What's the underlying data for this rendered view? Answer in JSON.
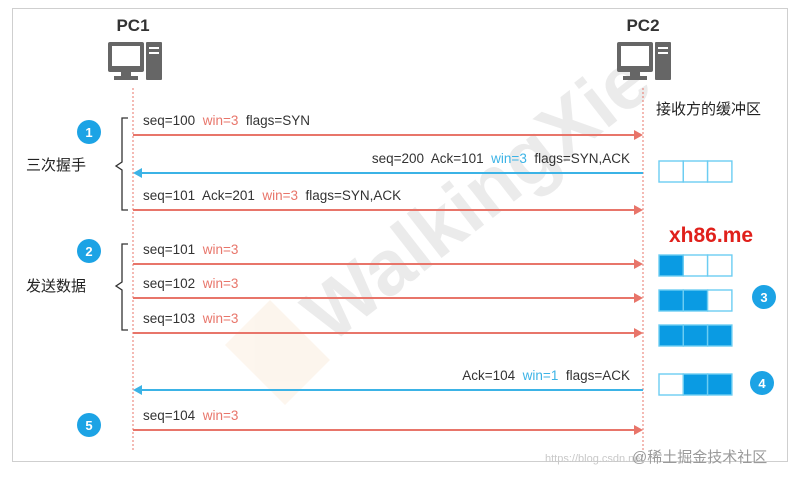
{
  "hosts": {
    "left": "PC1",
    "right": "PC2"
  },
  "buffer_title": "接收方的缓冲区",
  "phases": {
    "handshake": "三次握手",
    "send": "发送数据"
  },
  "steps": [
    "1",
    "2",
    "3",
    "4",
    "5"
  ],
  "messages": [
    {
      "direction": "right",
      "parts": [
        {
          "t": "seq=100",
          "c": "#333333"
        },
        {
          "t": "win=3",
          "c": "#e8756a"
        },
        {
          "t": "flags=SYN",
          "c": "#333333"
        }
      ]
    },
    {
      "direction": "left",
      "parts": [
        {
          "t": "seq=200",
          "c": "#333333"
        },
        {
          "t": "Ack=101",
          "c": "#333333"
        },
        {
          "t": "win=3",
          "c": "#3bb3e6"
        },
        {
          "t": "flags=SYN,ACK",
          "c": "#333333"
        }
      ]
    },
    {
      "direction": "right",
      "parts": [
        {
          "t": "seq=101",
          "c": "#333333"
        },
        {
          "t": "Ack=201",
          "c": "#333333"
        },
        {
          "t": "win=3",
          "c": "#e8756a"
        },
        {
          "t": "flags=SYN,ACK",
          "c": "#333333"
        }
      ]
    },
    {
      "direction": "right",
      "parts": [
        {
          "t": "seq=101",
          "c": "#333333"
        },
        {
          "t": "win=3",
          "c": "#e8756a"
        }
      ]
    },
    {
      "direction": "right",
      "parts": [
        {
          "t": "seq=102",
          "c": "#333333"
        },
        {
          "t": "win=3",
          "c": "#e8756a"
        }
      ]
    },
    {
      "direction": "right",
      "parts": [
        {
          "t": "seq=103",
          "c": "#333333"
        },
        {
          "t": "win=3",
          "c": "#e8756a"
        }
      ]
    },
    {
      "direction": "left",
      "parts": [
        {
          "t": "Ack=104",
          "c": "#333333"
        },
        {
          "t": "win=1",
          "c": "#3bb3e6"
        },
        {
          "t": "flags=ACK",
          "c": "#333333"
        }
      ]
    },
    {
      "direction": "right",
      "parts": [
        {
          "t": "seq=104",
          "c": "#333333"
        },
        {
          "t": "win=3",
          "c": "#e8756a"
        }
      ]
    }
  ],
  "buffers": [
    [
      false,
      false,
      false
    ],
    [
      true,
      false,
      false
    ],
    [
      true,
      true,
      false
    ],
    [
      true,
      true,
      true
    ],
    [
      false,
      true,
      true
    ]
  ],
  "watermark_brand": "xh86.me",
  "credit": "@稀土掘金技术社区",
  "credit_url_faint": "https://blog.csdn.net",
  "watermark_text": "WalkingXie",
  "colors": {
    "send_arrow": "#e8756a",
    "ack_arrow": "#3bb3e6",
    "step_circle": "#1ca3e5",
    "buffer_fill": "#0a9be3",
    "buffer_border": "#6ccdf2",
    "brand_red": "#e0201b",
    "lifeline": "#e8756a"
  }
}
